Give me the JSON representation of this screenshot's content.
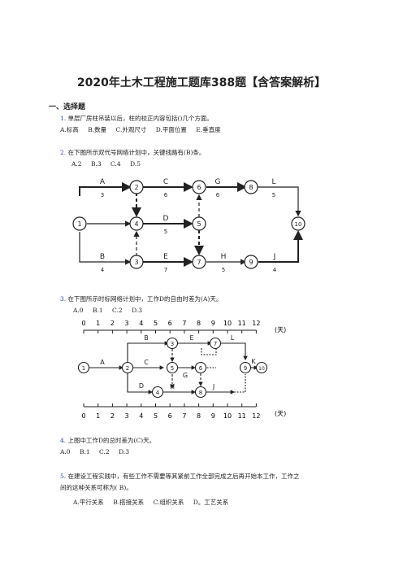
{
  "title": "2020年土木工程施工题库388题【含答案解析】",
  "section": "一、选择题",
  "q1": {
    "num": "1.",
    "text": "单层厂房柱吊装以后，柱的校正内容包括()几个方面。",
    "options": [
      "A.标高",
      "B.数量",
      "C.外观尺寸",
      "D.平面位置",
      "E.垂直度"
    ]
  },
  "q2": {
    "num": "2.",
    "text": "在下图所示双代号网络计划中，关键线路有(B)条。",
    "options": [
      "A.2",
      "B.3",
      "C.4",
      "D.5"
    ],
    "nodes": [
      "1",
      "2",
      "3",
      "4",
      "5",
      "6",
      "7",
      "8",
      "9",
      "10"
    ],
    "activities": [
      {
        "name": "A",
        "dur": "3"
      },
      {
        "name": "C",
        "dur": "6"
      },
      {
        "name": "G",
        "dur": "6"
      },
      {
        "name": "L",
        "dur": "5"
      },
      {
        "name": "D",
        "dur": "5"
      },
      {
        "name": "B",
        "dur": "4"
      },
      {
        "name": "E",
        "dur": "7"
      },
      {
        "name": "H",
        "dur": "5"
      },
      {
        "name": "J",
        "dur": "4"
      }
    ]
  },
  "q3": {
    "num": "3.",
    "text": "在下图所示时标网络计划中，工作D的自由时差为(A)天。",
    "options": [
      "A.0",
      "B.1",
      "C.2",
      "D.3"
    ],
    "ticks": [
      "0",
      "1",
      "2",
      "3",
      "4",
      "5",
      "6",
      "7",
      "8",
      "9",
      "10",
      "11",
      "12"
    ],
    "unit": "(天)",
    "nodes": [
      "1",
      "2",
      "3",
      "4",
      "5",
      "6",
      "7",
      "8",
      "9",
      "10"
    ],
    "labels": [
      "A",
      "B",
      "C",
      "D",
      "E",
      "G",
      "H",
      "J",
      "K",
      "L"
    ]
  },
  "q4": {
    "num": "4.",
    "text": "上图中工作D的总时差为(C)天。",
    "options": [
      "A.0",
      "B.1",
      "C.2",
      "D.3"
    ]
  },
  "q5": {
    "num": "5.",
    "text1": "在建设工程实践中，有些工作不需要等其紧前工作全部完成之后再开始本工作，工作之",
    "text2": "间的这种关系可称为( B)。",
    "options": [
      "A.平行关系",
      "B.搭接关系",
      "C.组织关系",
      "D。工艺关系"
    ]
  }
}
